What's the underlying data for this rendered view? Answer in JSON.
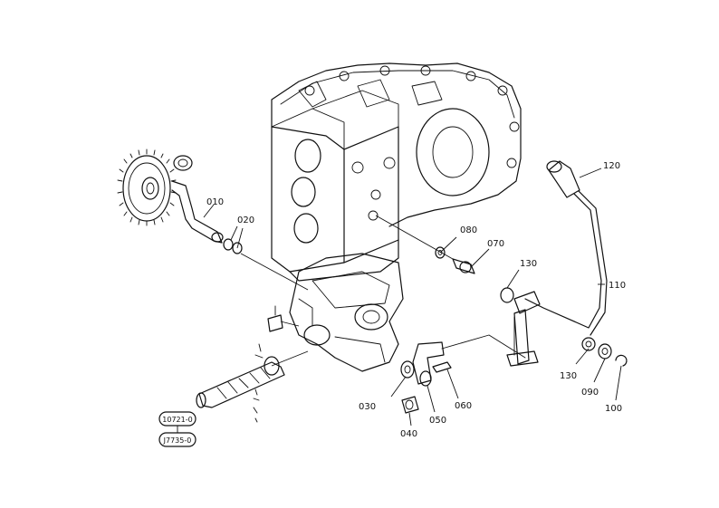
{
  "callouts": [
    {
      "id": "c010",
      "text": "010"
    },
    {
      "id": "c020",
      "text": "020"
    },
    {
      "id": "c030",
      "text": "030"
    },
    {
      "id": "c040",
      "text": "040"
    },
    {
      "id": "c050",
      "text": "050"
    },
    {
      "id": "c060",
      "text": "060"
    },
    {
      "id": "c070",
      "text": "070"
    },
    {
      "id": "c080",
      "text": "080"
    },
    {
      "id": "c090",
      "text": "090"
    },
    {
      "id": "c100",
      "text": "100"
    },
    {
      "id": "c110",
      "text": "110"
    },
    {
      "id": "c120",
      "text": "120"
    },
    {
      "id": "c130a",
      "text": "130"
    },
    {
      "id": "c130b",
      "text": "130"
    }
  ],
  "badges": [
    {
      "text": "10721-0"
    },
    {
      "text": "J7735-0"
    }
  ]
}
